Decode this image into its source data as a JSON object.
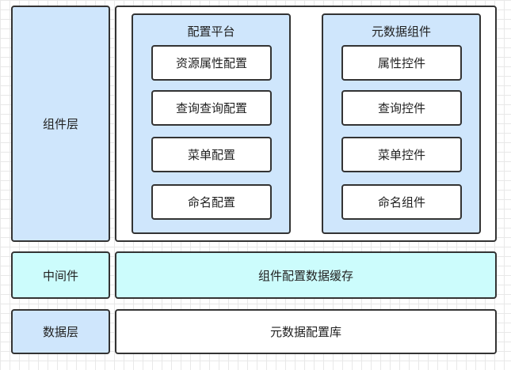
{
  "layers": {
    "component": "组件层",
    "middleware": "中间件",
    "data": "数据层"
  },
  "config_platform": {
    "title": "配置平台",
    "items": [
      "资源属性配置",
      "查询查询配置",
      "菜单配置",
      "命名配置"
    ]
  },
  "metadata_components": {
    "title": "元数据组件",
    "items": [
      "属性控件",
      "查询控件",
      "菜单控件",
      "命名组件"
    ]
  },
  "middleware_box": "组件配置数据缓存",
  "data_box": "元数据配置库",
  "colors": {
    "layer_fill": "#cfe6fc",
    "middleware_fill": "#ccfcfc",
    "border": "#333333"
  }
}
